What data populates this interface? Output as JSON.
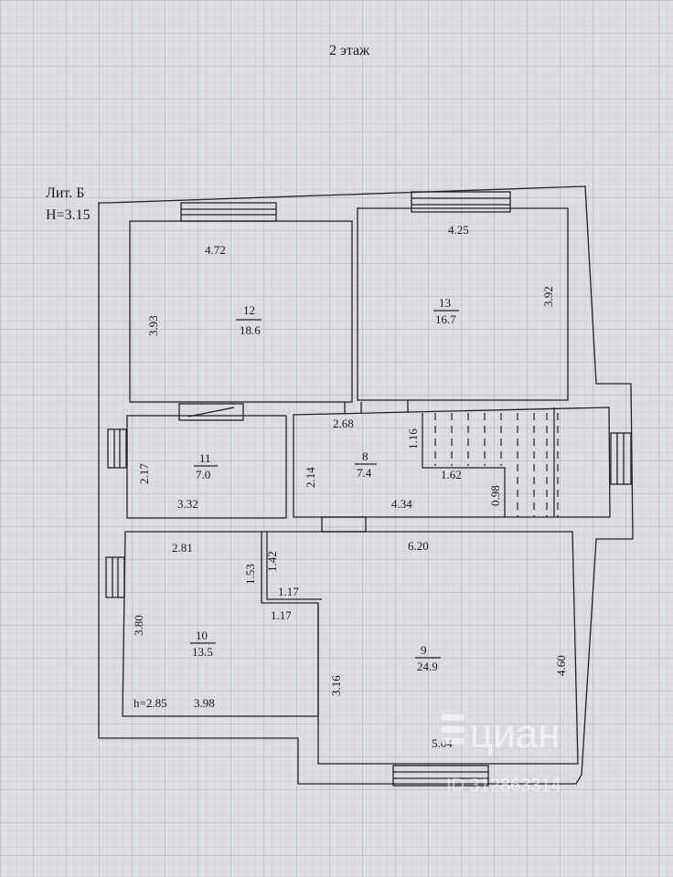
{
  "floor_title": "2 этаж",
  "building": {
    "letter": "Лит. Б",
    "height": "H=3.15"
  },
  "rooms": [
    {
      "number": "12",
      "area": "18.6",
      "dims": [
        "4.72",
        "3.93"
      ]
    },
    {
      "number": "13",
      "area": "16.7",
      "dims": [
        "4.25",
        "3.92"
      ]
    },
    {
      "number": "11",
      "area": "7.0",
      "dims": [
        "2.17",
        "3.32"
      ]
    },
    {
      "number": "8",
      "area": "7.4",
      "dims": [
        "2.68",
        "1.16",
        "2.14",
        "1.62",
        "0.98",
        "4.34"
      ]
    },
    {
      "number": "10",
      "area": "13.5",
      "dims": [
        "2.81",
        "1.53",
        "1.42",
        "1.17",
        "1.17",
        "3.80",
        "3.98"
      ],
      "height_note": "h=2.85"
    },
    {
      "number": "9",
      "area": "24.9",
      "dims": [
        "6.20",
        "3.16",
        "4.60",
        "5.04"
      ]
    }
  ],
  "watermark": {
    "brand": "циан",
    "id": "ID 312863314"
  }
}
